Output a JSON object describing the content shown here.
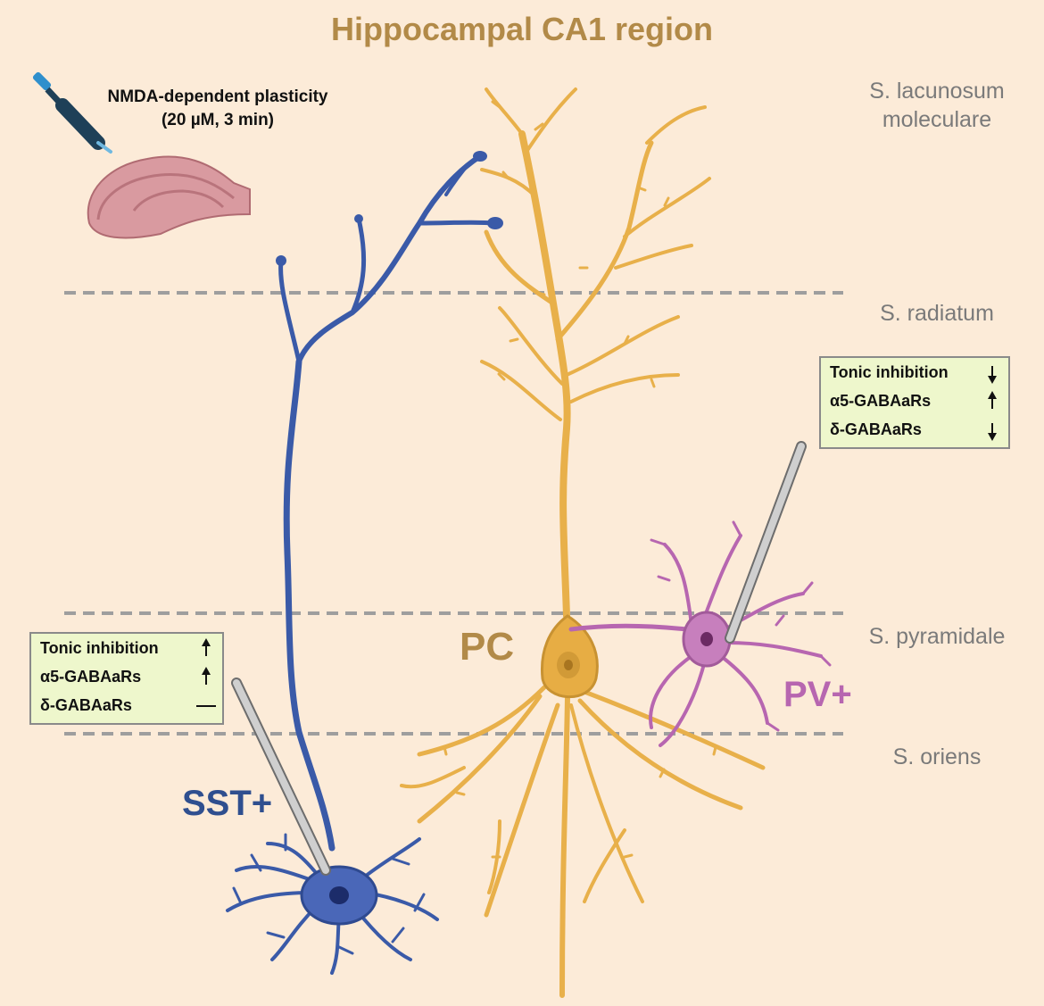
{
  "title": "Hippocampal CA1 region",
  "treatment": {
    "line1": "NMDA-dependent plasticity",
    "line2": "(20 µM, 3 min)"
  },
  "layers": [
    {
      "line1": "S. lacunosum",
      "line2": "moleculare"
    },
    {
      "line1": "S. radiatum"
    },
    {
      "line1": "S. pyramidale"
    },
    {
      "line1": "S. oriens"
    }
  ],
  "cells": {
    "sst": {
      "label": "SST+",
      "color": "#3a5aa8"
    },
    "pc": {
      "label": "PC",
      "color": "#e8b04a"
    },
    "pv": {
      "label": "PV+",
      "color": "#b766b0"
    }
  },
  "box_pv": {
    "rows": [
      {
        "label": "Tonic inhibition",
        "change": "down"
      },
      {
        "label": "α5-GABAaRs",
        "change": "up"
      },
      {
        "label": "δ-GABAaRs",
        "change": "down"
      }
    ]
  },
  "box_sst": {
    "rows": [
      {
        "label": "Tonic inhibition",
        "change": "up"
      },
      {
        "label": "α5-GABAaRs",
        "change": "up"
      },
      {
        "label": "δ-GABAaRs",
        "change": "none"
      }
    ]
  }
}
